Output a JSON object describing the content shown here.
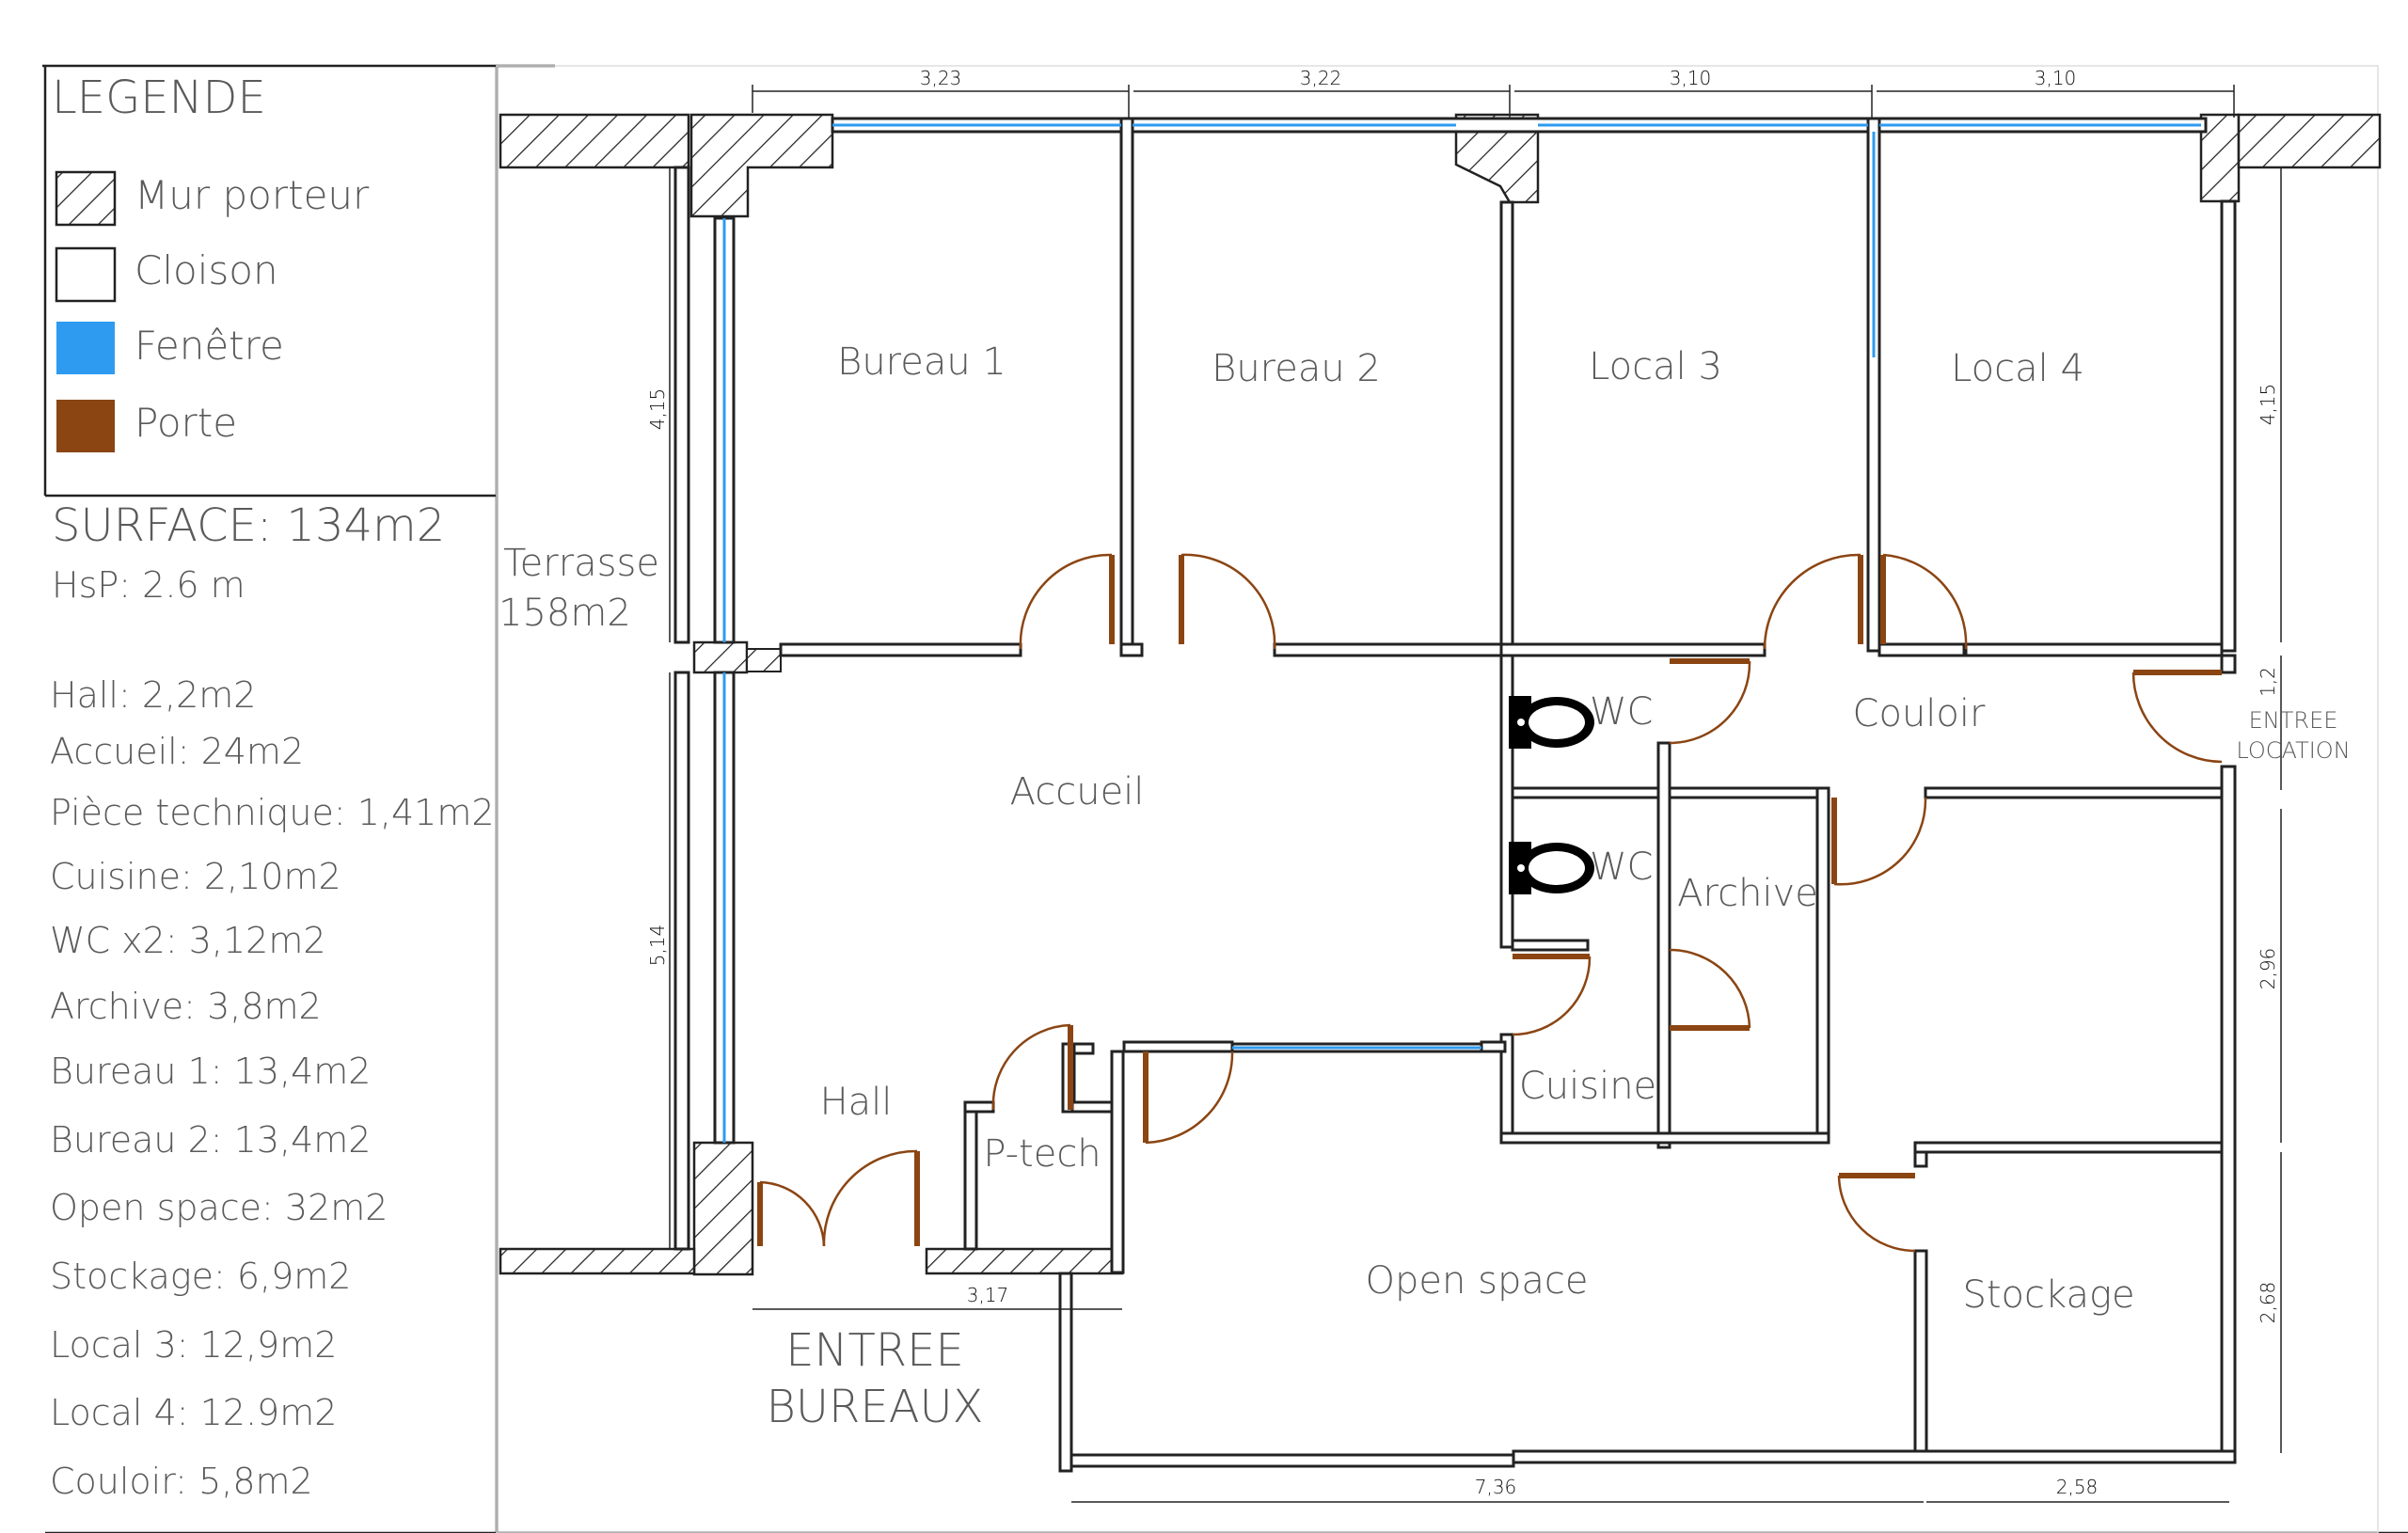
{
  "legend": {
    "title": "LEGENDE",
    "items": [
      {
        "label": "Mur porteur",
        "swatch": "hatch"
      },
      {
        "label": "Cloison",
        "swatch": "#ffffff"
      },
      {
        "label": "Fenêtre",
        "swatch": "#2e9bf0"
      },
      {
        "label": "Porte",
        "swatch": "#8b4513"
      }
    ]
  },
  "surface": {
    "title": "SURFACE: 134m2",
    "hsp": "HsP: 2.6 m",
    "items": [
      "Hall: 2,2m2",
      "Accueil: 24m2",
      "Pièce technique: 1,41m2",
      "Cuisine: 2,10m2",
      "WC x2: 3,12m2",
      "Archive: 3,8m2",
      "Bureau 1: 13,4m2",
      "Bureau 2: 13,4m2",
      "Open space: 32m2",
      "Stockage: 6,9m2",
      "Local 3: 12,9m2",
      "Local 4: 12.9m2",
      "Couloir: 5,8m2"
    ]
  },
  "rooms": {
    "bureau1": "Bureau 1",
    "bureau2": "Bureau 2",
    "local3": "Local 3",
    "local4": "Local 4",
    "terrasse": "Terrasse",
    "terrasse_area": "158m2",
    "accueil": "Accueil",
    "wc1": "WC",
    "wc2": "WC",
    "couloir": "Couloir",
    "archive": "Archive",
    "cuisine": "Cuisine",
    "hall": "Hall",
    "ptech": "P-tech",
    "openspace": "Open space",
    "stockage": "Stockage",
    "entree_location_1": "ENTREE",
    "entree_location_2": "LOCATION",
    "entree_bureaux_1": "ENTREE",
    "entree_bureaux_2": "BUREAUX"
  },
  "dimensions": {
    "top_1": "3,23",
    "top_2": "3,22",
    "top_3": "3,10",
    "top_4": "3,10",
    "left_upper": "4,15",
    "left_lower": "5,14",
    "right_upper": "4,15",
    "right_mid": "1,2",
    "right_lower1": "2,96",
    "right_lower2": "2,68",
    "bottom_entry": "3,17",
    "bottom_1": "7,36",
    "bottom_2": "2,58"
  },
  "colors": {
    "window": "#2e9bf0",
    "door": "#8b4513",
    "wall": "#222222"
  }
}
